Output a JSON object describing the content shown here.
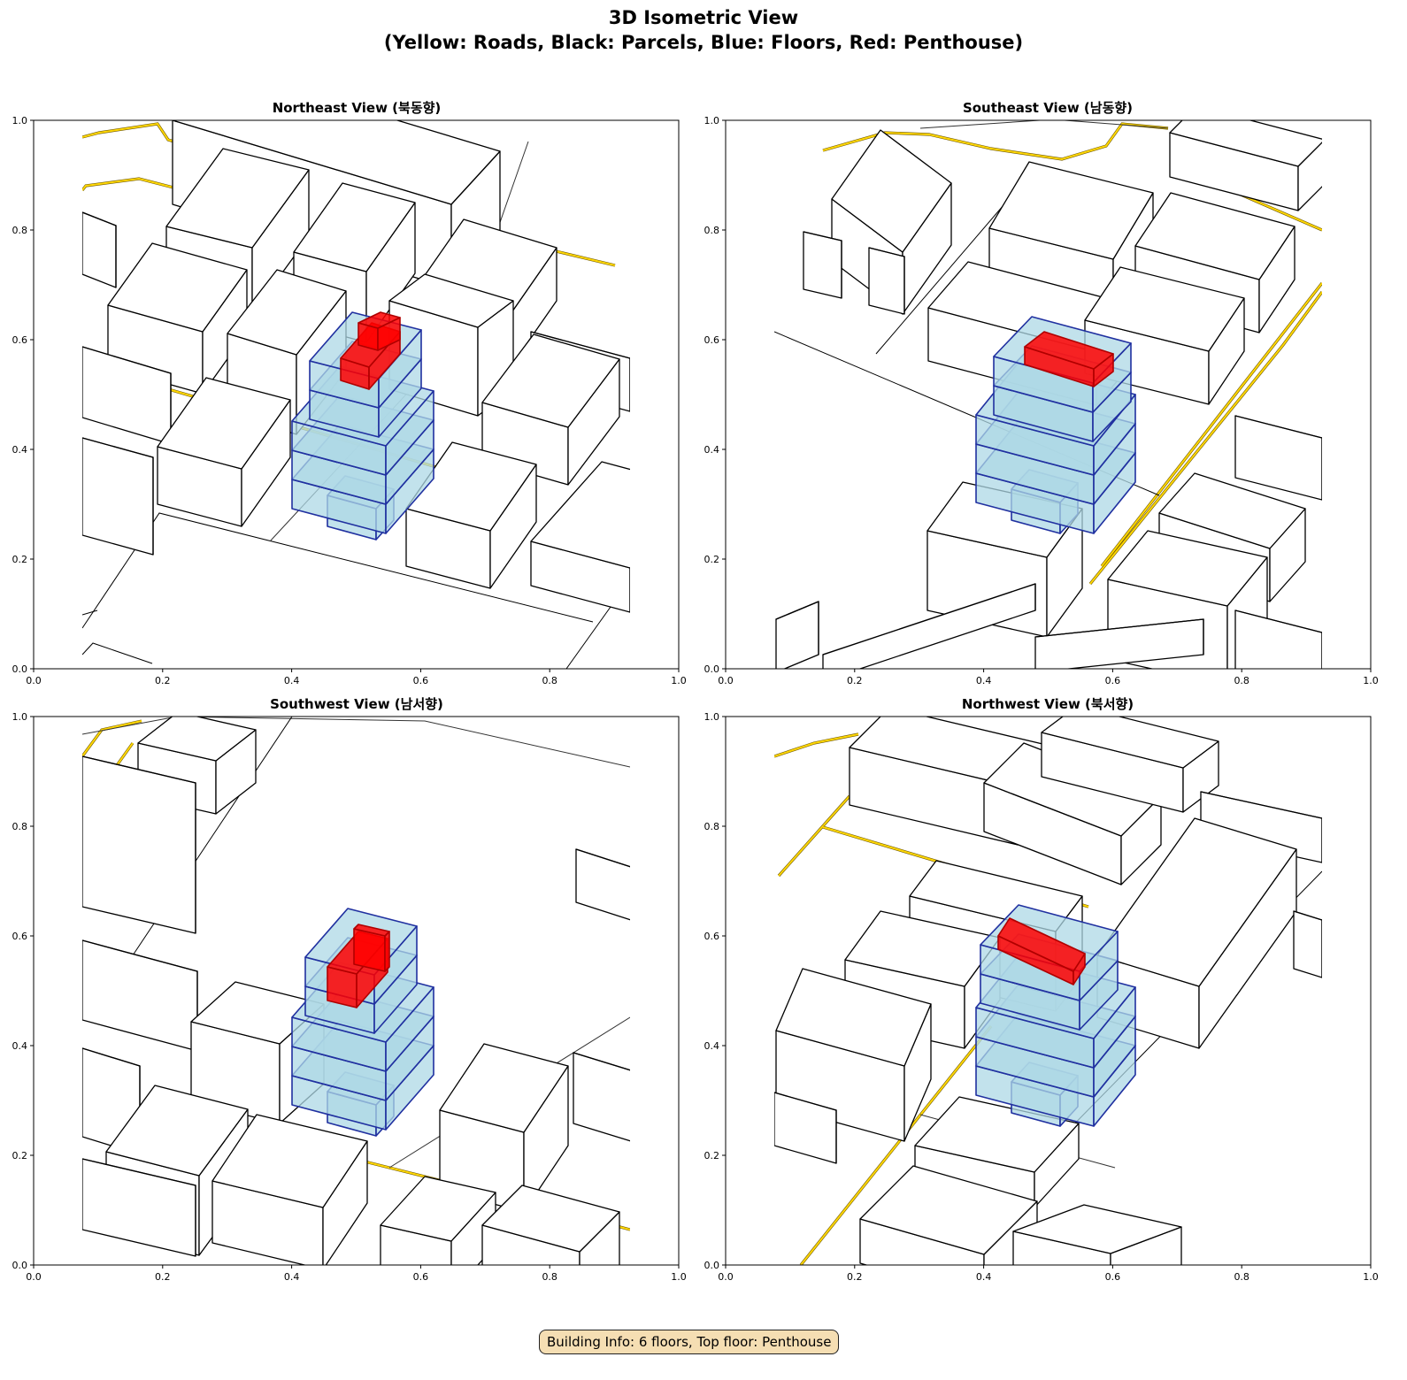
{
  "figure": {
    "title_line1": "3D Isometric View",
    "title_line2": "(Yellow: Roads, Black: Parcels, Blue: Floors, Red: Penthouse)"
  },
  "panels": [
    {
      "title": "Northeast View (북동향)"
    },
    {
      "title": "Southeast View (남동향)"
    },
    {
      "title": "Southwest View (남서향)"
    },
    {
      "title": "Northwest View (북서향)"
    }
  ],
  "ticks": [
    "0.0",
    "0.2",
    "0.4",
    "0.6",
    "0.8",
    "1.0"
  ],
  "info_box": "Building Info: 6 floors, Top floor: Penthouse",
  "building": {
    "floors": 6,
    "top_floor": "Penthouse"
  },
  "colors": {
    "roads": "#ffd700",
    "parcels": "#000000",
    "floors_fill": "#add8e6",
    "floors_edge": "#2030a0",
    "penthouse": "#ff0000",
    "info_bg": "#f5deb3"
  }
}
